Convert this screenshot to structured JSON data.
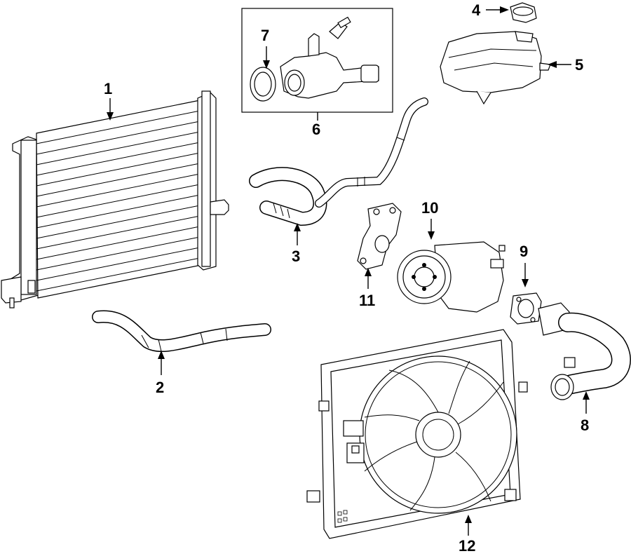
{
  "callouts": [
    {
      "id": "1",
      "text": "1",
      "target": "radiator"
    },
    {
      "id": "2",
      "text": "2",
      "target": "lower-hose"
    },
    {
      "id": "3",
      "text": "3",
      "target": "upper-hose"
    },
    {
      "id": "4",
      "text": "4",
      "target": "reservoir-cap"
    },
    {
      "id": "5",
      "text": "5",
      "target": "coolant-reservoir"
    },
    {
      "id": "6",
      "text": "6",
      "target": "thermostat-assembly"
    },
    {
      "id": "7",
      "text": "7",
      "target": "thermostat-seal"
    },
    {
      "id": "8",
      "text": "8",
      "target": "water-outlet-pipe"
    },
    {
      "id": "9",
      "text": "9",
      "target": "outlet-gasket"
    },
    {
      "id": "10",
      "text": "10",
      "target": "water-pump"
    },
    {
      "id": "11",
      "text": "11",
      "target": "pump-gasket"
    },
    {
      "id": "12",
      "text": "12",
      "target": "cooling-fan"
    }
  ]
}
